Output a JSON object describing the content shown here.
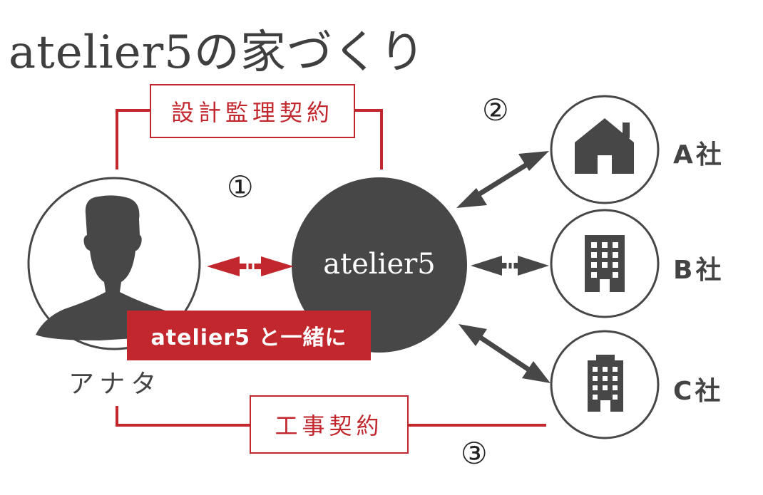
{
  "title": "atelier5の家づくり",
  "labels": {
    "design_contract": "設計監理契約",
    "construction_contract": "工事契約",
    "num1": "①",
    "num2": "②",
    "num3": "③",
    "client": "アナタ",
    "architect": "atelier5",
    "together": "atelier5 と一緒に"
  },
  "companies": [
    {
      "label": "A社",
      "icon": "house-icon"
    },
    {
      "label": "B社",
      "icon": "office-building-icon"
    },
    {
      "label": "C社",
      "icon": "tower-building-icon"
    }
  ],
  "colors": {
    "accent": "#c1272d",
    "dark": "#474747",
    "text": "#444444"
  }
}
